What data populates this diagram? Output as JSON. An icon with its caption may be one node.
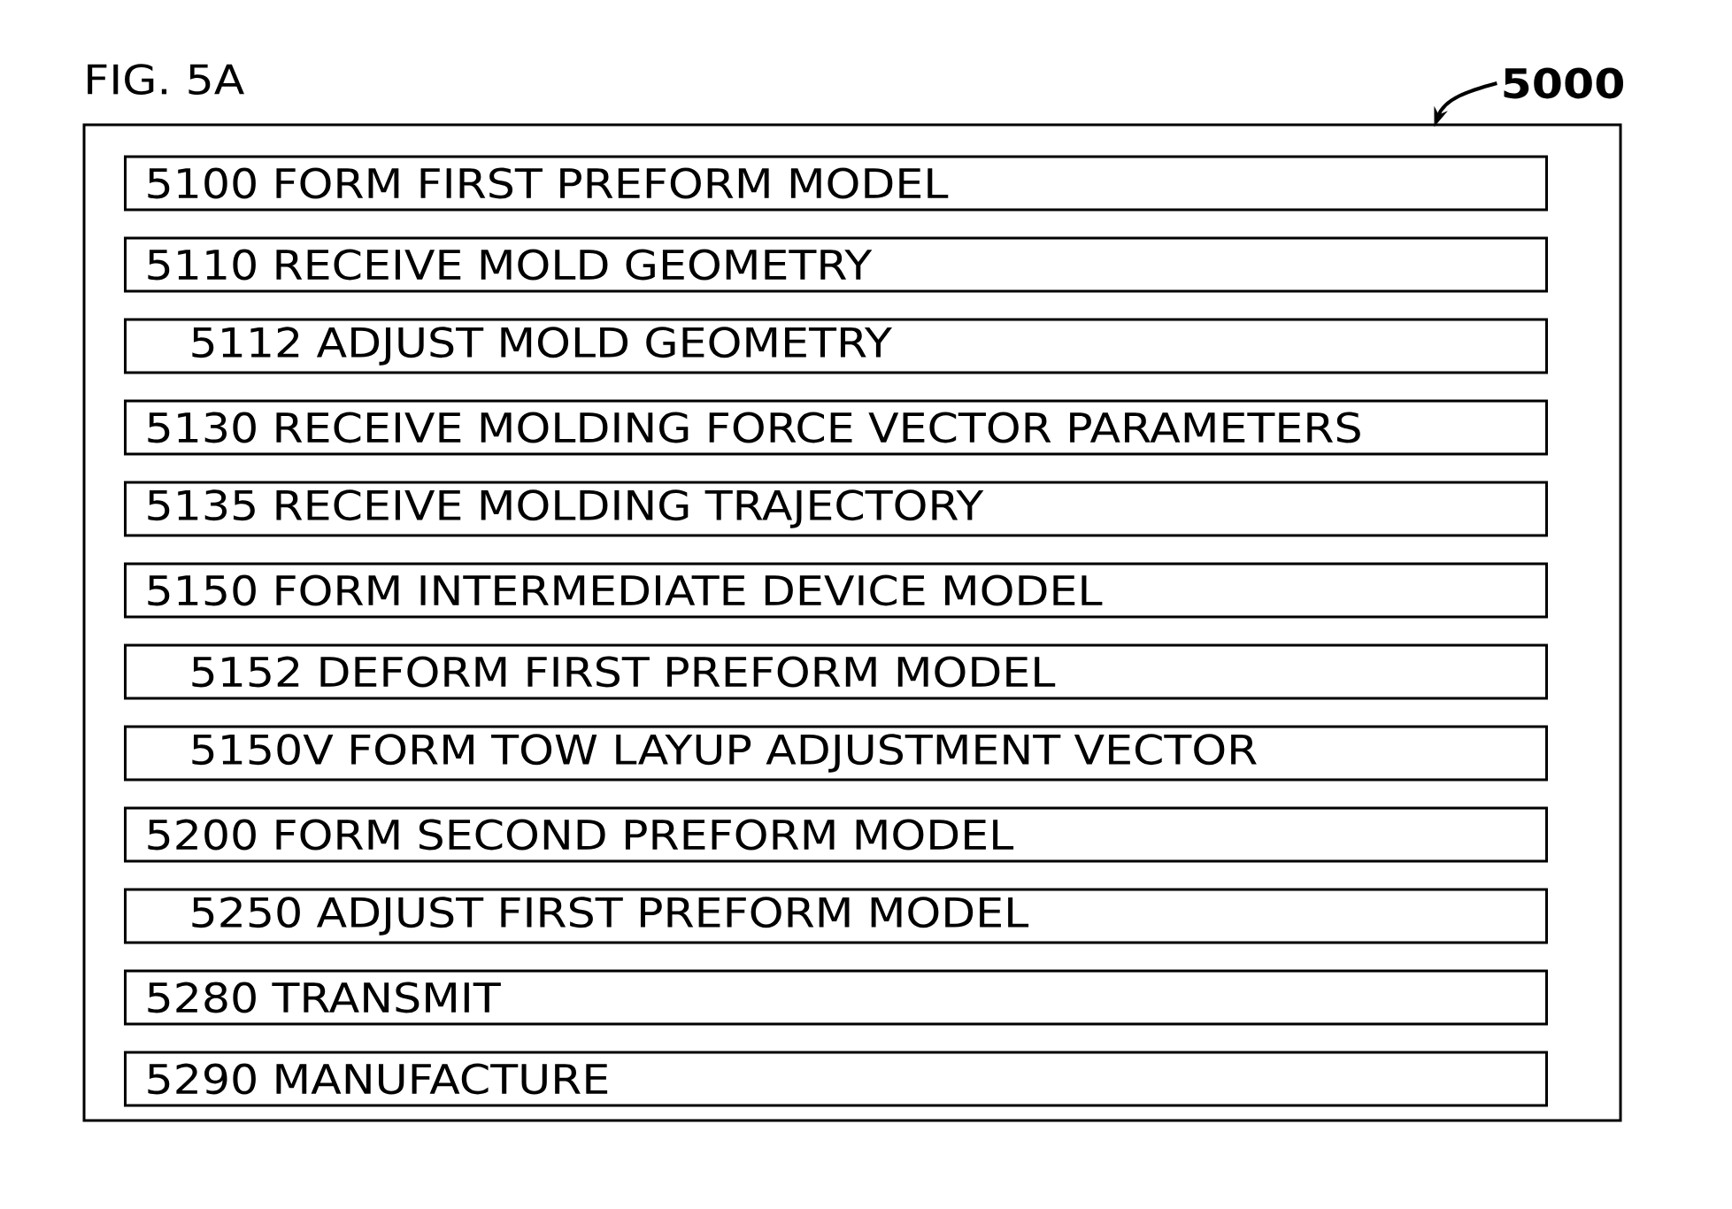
{
  "diagram": {
    "title": "FIG. 5A",
    "nodes": [
      {
        "text": [],
        "shape": "box"
      },
      {
        "text": [
          "5100 FORM FIRST PREFORM MODEL"
        ],
        "in": 0
      },
      {
        "text": [
          "5110 RECEIVE MOLD GEOMETRY"
        ],
        "in": 0
      },
      {
        "text": [
          "5112 ADJUST MOLD GEOMETRY"
        ],
        "in": 0
      },
      {
        "text": [
          "5130 RECEIVE MOLDING FORCE VECTOR PARAMETERS"
        ],
        "in": 0
      },
      {
        "text": [
          "5135 RECEIVE MOLDING TRAJECTORY"
        ],
        "in": 0
      },
      {
        "text": [
          "5150 FORM INTERMEDIATE DEVICE MODEL"
        ],
        "in": 0
      },
      {
        "text": [
          "5152 DEFORM FIRST PREFORM MODEL"
        ],
        "in": 0
      },
      {
        "text": [
          "5150V FORM TOW LAYUP ADJUSTMENT VECTOR"
        ],
        "in": 0
      },
      {
        "text": [
          "5200 FORM SECOND PREFORM MODEL"
        ],
        "in": 0
      },
      {
        "text": [
          "5250 ADJUST FIRST PREFORM MODEL"
        ],
        "in": 0
      },
      {
        "text": [
          "5280 TRANSMIT"
        ],
        "in": 0
      },
      {
        "text": [
          "5290 MANUFACTURE"
        ],
        "in": 0
      },
      {
        "text": [
          "5000"
        ]
      }
    ],
    "edges": [
      {
        "from": 13,
        "to": 0,
        "arrow": "to"
      }
    ]
  }
}
